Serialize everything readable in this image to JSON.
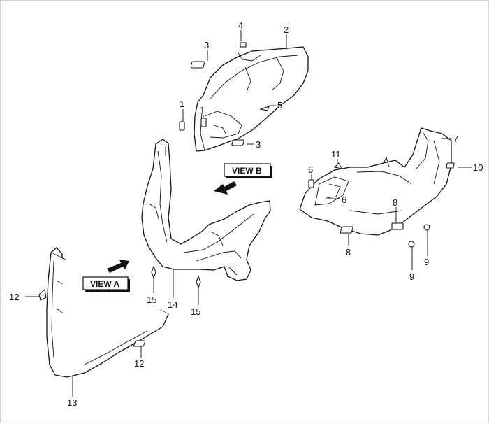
{
  "diagram": {
    "callouts": [
      {
        "id": "c1a",
        "label": "1"
      },
      {
        "id": "c1b",
        "label": "1"
      },
      {
        "id": "c2",
        "label": "2"
      },
      {
        "id": "c3a",
        "label": "3"
      },
      {
        "id": "c3b",
        "label": "3"
      },
      {
        "id": "c4",
        "label": "4"
      },
      {
        "id": "c5",
        "label": "5"
      },
      {
        "id": "c6a",
        "label": "6"
      },
      {
        "id": "c6b",
        "label": "6"
      },
      {
        "id": "c7",
        "label": "7"
      },
      {
        "id": "c8a",
        "label": "8"
      },
      {
        "id": "c8b",
        "label": "8"
      },
      {
        "id": "c9a",
        "label": "9"
      },
      {
        "id": "c9b",
        "label": "9"
      },
      {
        "id": "c10",
        "label": "10"
      },
      {
        "id": "c11",
        "label": "11"
      },
      {
        "id": "c12a",
        "label": "12"
      },
      {
        "id": "c12b",
        "label": "12"
      },
      {
        "id": "c13",
        "label": "13"
      },
      {
        "id": "c14",
        "label": "14"
      },
      {
        "id": "c15a",
        "label": "15"
      },
      {
        "id": "c15b",
        "label": "15"
      }
    ],
    "view_labels": {
      "view_a": "VIEW A",
      "view_b": "VIEW B"
    }
  }
}
